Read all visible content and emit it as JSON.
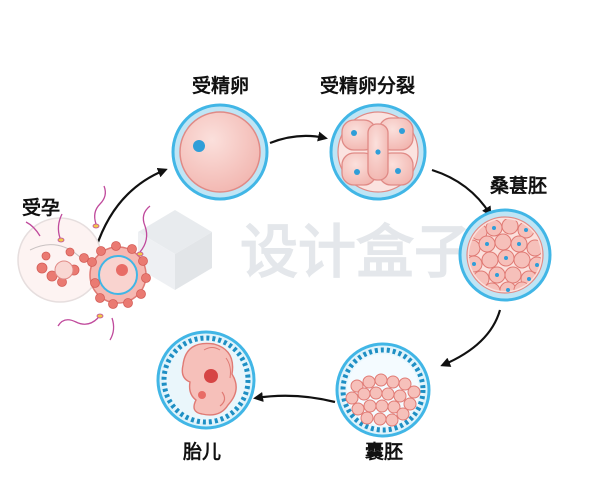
{
  "labels": {
    "fertilization": "受孕",
    "zygote": "受精卵",
    "cleavage": "受精卵分裂",
    "morula": "桑葚胚",
    "blastocyst": "囊胚",
    "fetus": "胎儿"
  },
  "watermark": "设计盒子",
  "colors": {
    "cell_fill": "#f7c9c4",
    "cell_stroke": "#e08a86",
    "ring": "#41b6e6",
    "ring_dark": "#1e8fc4",
    "nucleus": "#2f9ed8",
    "arrow": "#111111",
    "follicle": "#ea7a72",
    "sperm": "#c04a9c"
  }
}
